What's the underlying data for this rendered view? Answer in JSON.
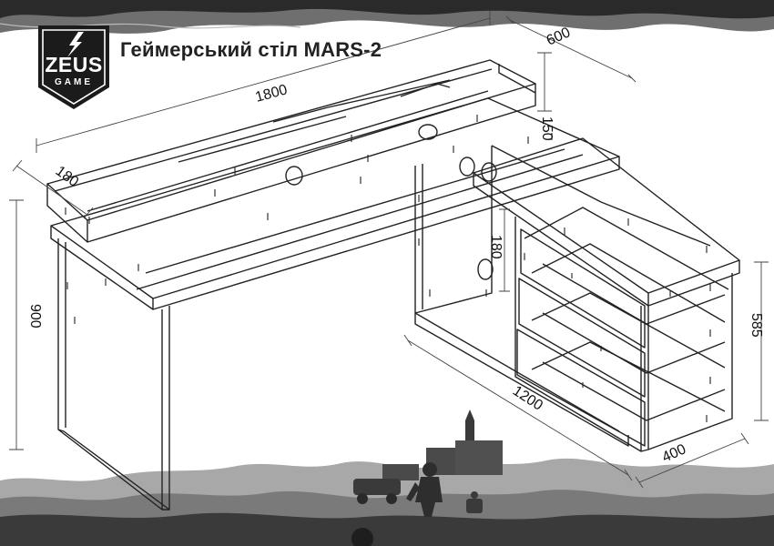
{
  "brand": {
    "name": "ZEUS",
    "sub": "GAME"
  },
  "title": "Геймерський стіл MARS-2",
  "dimensions": {
    "width_total": "1800",
    "depth_total": "600",
    "shelf_height": "150",
    "shelf_depth": "180",
    "height_total": "900",
    "inner_height": "180",
    "side_height": "585",
    "side_length": "1200",
    "side_depth": "400"
  },
  "colors": {
    "line": "#222222",
    "logo_bg": "#1b1b1b",
    "dark_band": "#2a2a2a",
    "ground": "#5a5a5a",
    "sky": "#9a9a9a"
  }
}
